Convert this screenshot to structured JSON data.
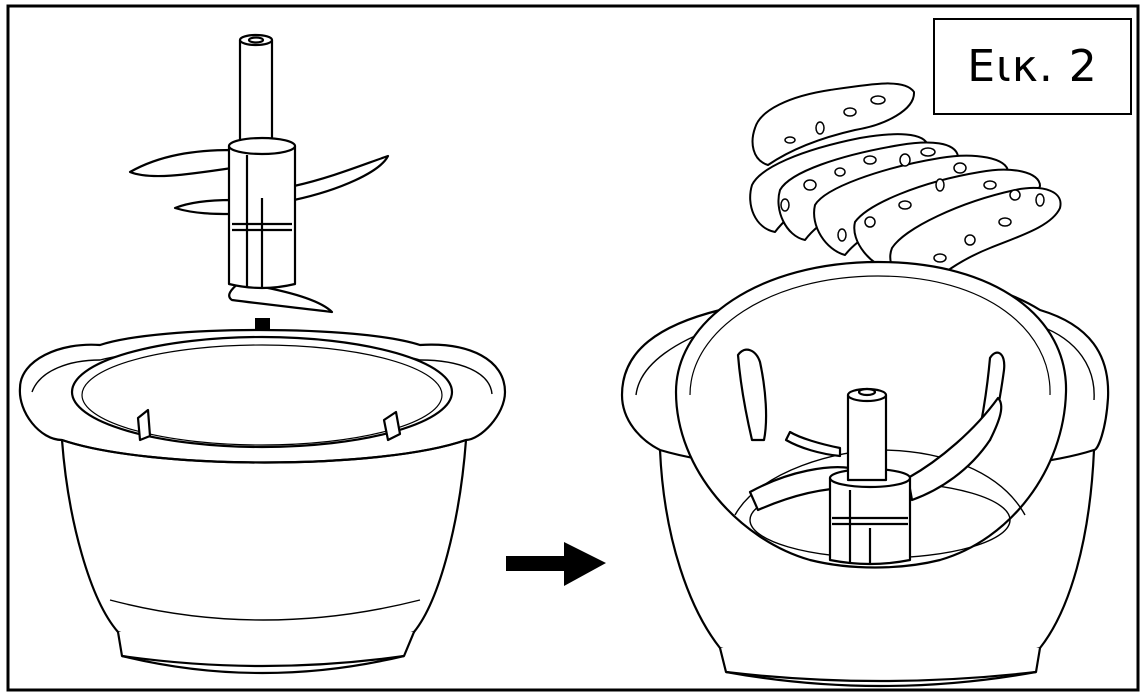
{
  "figure": {
    "label": "Εικ. 2",
    "line_color": "#000000",
    "background_color": "#ffffff"
  },
  "steps": [
    {
      "name": "insert-blade-into-bowl"
    },
    {
      "name": "add-food-pieces-over-blade"
    }
  ]
}
